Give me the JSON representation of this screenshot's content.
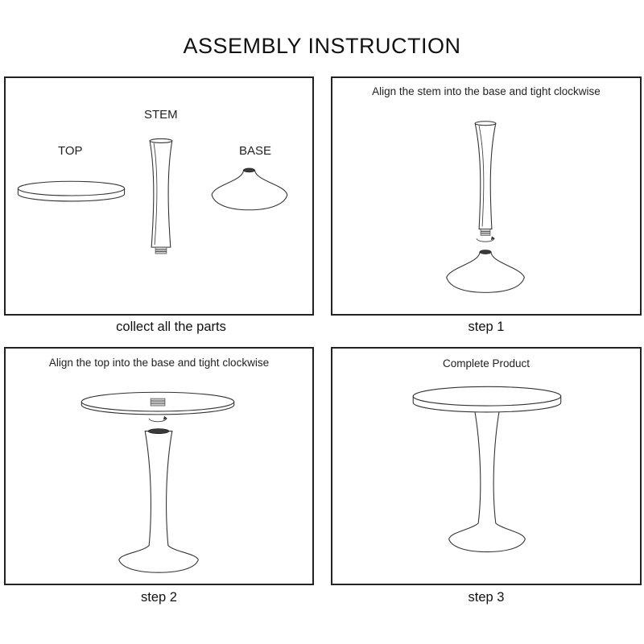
{
  "title": "ASSEMBLY INSTRUCTION",
  "panels": [
    {
      "caption": "collect all the parts",
      "labels": {
        "top": "TOP",
        "stem": "STEM",
        "base": "BASE"
      }
    },
    {
      "caption": "step 1",
      "instruction": "Align the stem into the base and tight clockwise"
    },
    {
      "caption": "step 2",
      "instruction": "Align the top into the base and tight clockwise"
    },
    {
      "caption": "step 3",
      "instruction": "Complete Product"
    }
  ]
}
